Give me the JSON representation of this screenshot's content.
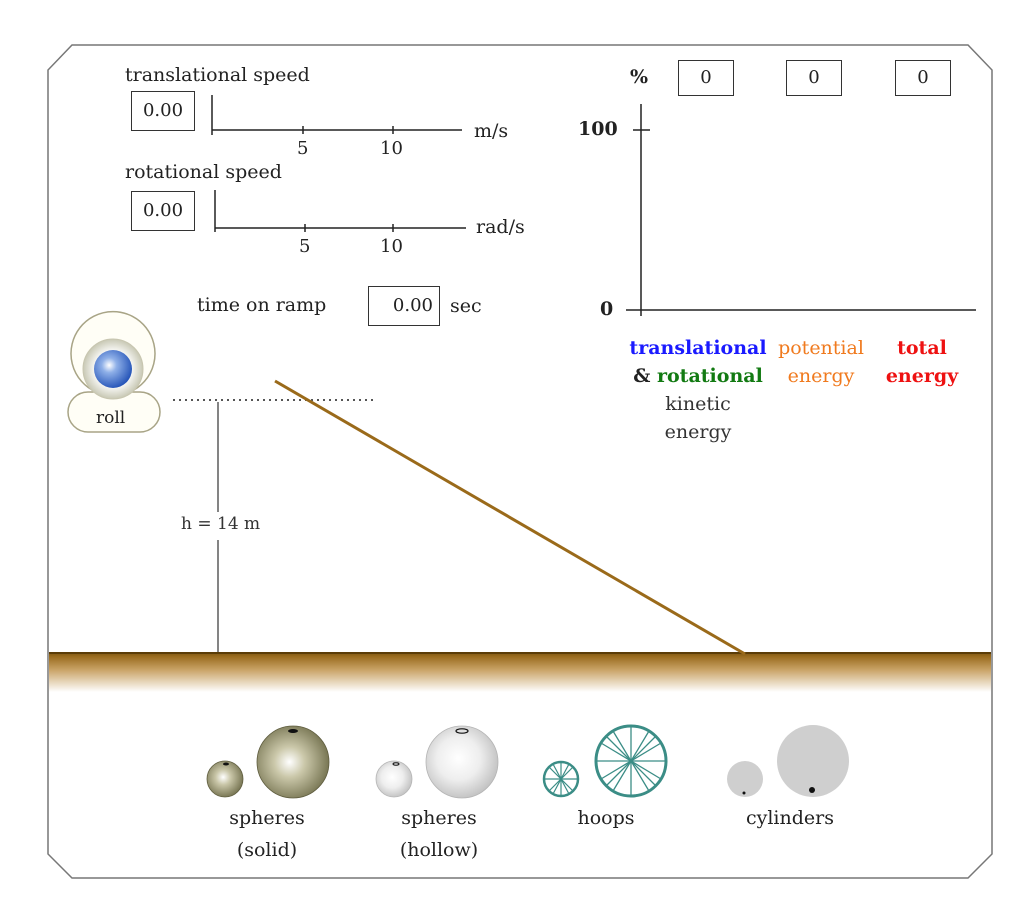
{
  "panel": {
    "translational": {
      "title": "translational speed",
      "value": "0.00",
      "unit": "m/s",
      "ticks": [
        "5",
        "10"
      ]
    },
    "rotational": {
      "title": "rotational speed",
      "value": "0.00",
      "unit": "rad/s",
      "ticks": [
        "5",
        "10"
      ]
    },
    "time": {
      "label": "time on ramp",
      "value": "0.00",
      "unit": "sec"
    }
  },
  "energy": {
    "pct_label": "%",
    "pct_values": [
      "0",
      "0",
      "0"
    ],
    "y_max_label": "100",
    "y_min_label": "0",
    "legend": {
      "trans_word": "translational",
      "amp": "&",
      "rot_word": "rotational",
      "kinetic_line1": "kinetic",
      "kinetic_line2": "energy",
      "potential_line1": "potential",
      "potential_line2": "energy",
      "total_line1": "total",
      "total_line2": "energy"
    },
    "colors": {
      "translational": "#1a1aff",
      "rotational": "#127a12",
      "potential": "#f07a1e",
      "total": "#ee1111"
    }
  },
  "ramp": {
    "height_label": "h = 14 m",
    "ramp_color": "#9a6a1a",
    "ground_color": "#7a5410"
  },
  "roll_button": {
    "label": "roll"
  },
  "shapes": [
    {
      "line1": "spheres",
      "line2": "(solid)"
    },
    {
      "line1": "spheres",
      "line2": "(hollow)"
    },
    {
      "line1": "hoops",
      "line2": ""
    },
    {
      "line1": "cylinders",
      "line2": ""
    }
  ]
}
